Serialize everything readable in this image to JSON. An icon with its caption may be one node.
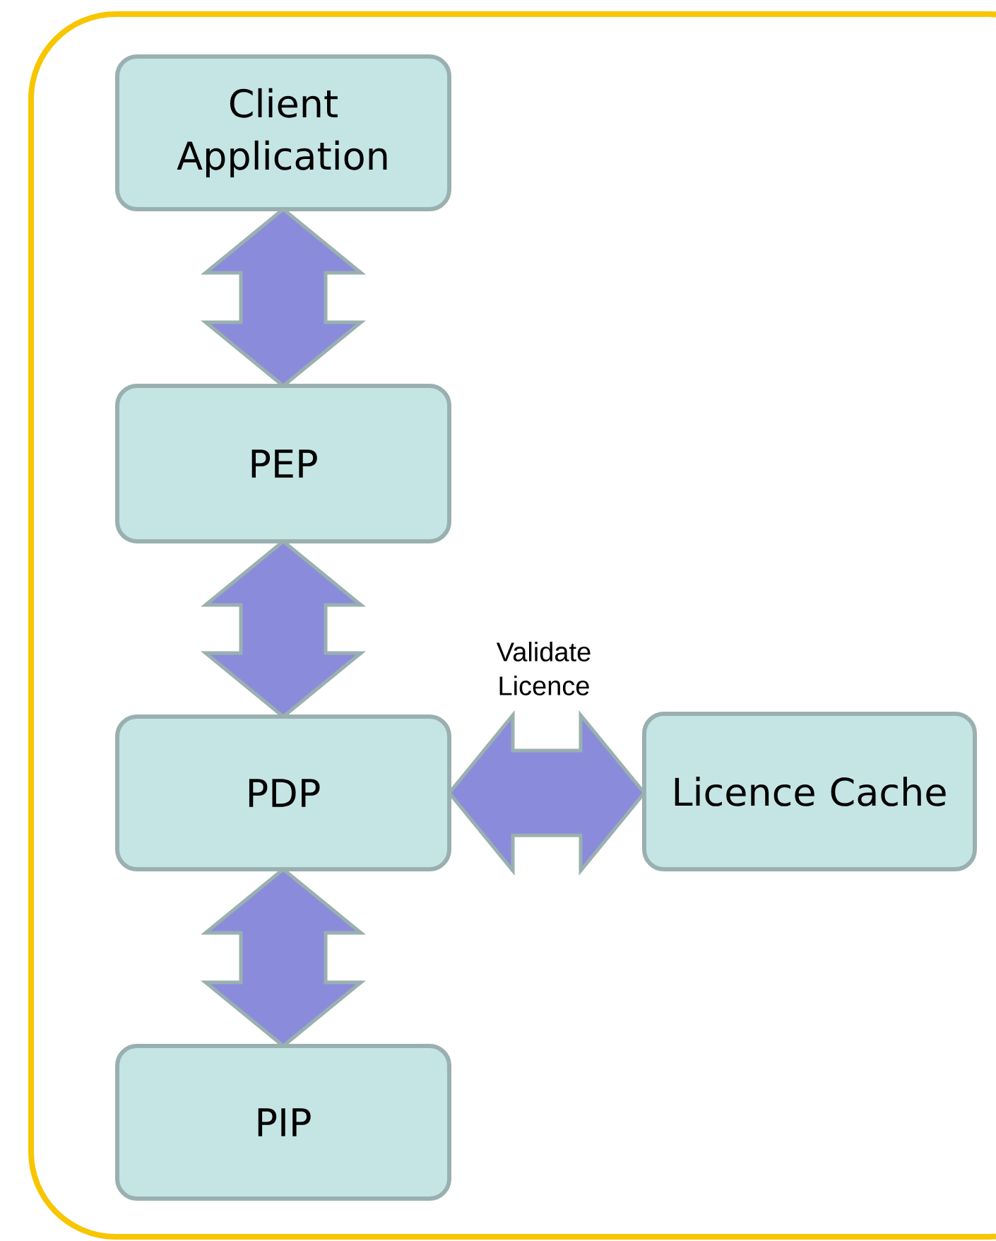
{
  "diagram": {
    "nodes": [
      {
        "text": [
          "Client Application"
        ]
      },
      {
        "text": [
          "PEP"
        ]
      },
      {
        "text": [
          "PDP"
        ]
      },
      {
        "text": [
          "PIP"
        ]
      },
      {
        "text": [
          "Licence Cache"
        ]
      }
    ],
    "edges": [
      {
        "from": 0,
        "to": 1,
        "arrow": "both"
      },
      {
        "from": 1,
        "to": 2,
        "arrow": "both"
      },
      {
        "from": 2,
        "to": 4,
        "arrow": "both",
        "label": "Validate Licence"
      },
      {
        "from": 2,
        "to": 3,
        "arrow": "both"
      }
    ]
  }
}
